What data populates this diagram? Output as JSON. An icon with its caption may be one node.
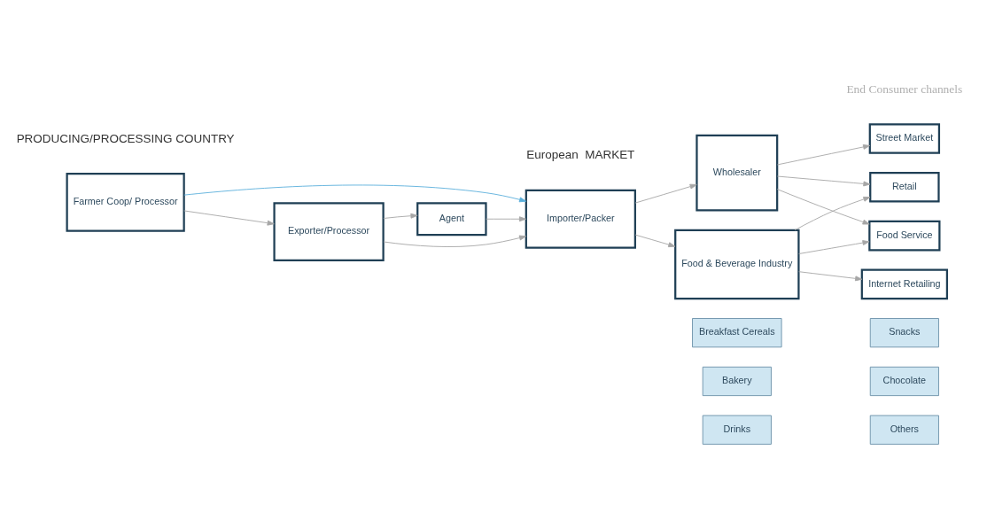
{
  "diagram": {
    "nodes": [
      {
        "text": [
          "Farmer Coop/ Processor"
        ]
      },
      {
        "text": [
          "Exporter/Processor"
        ]
      },
      {
        "text": [
          "Importer/Packer"
        ]
      },
      {
        "text": [
          "Agent"
        ]
      },
      {
        "text": [
          "Wholesaler"
        ]
      },
      {
        "text": [
          "Food & Beverage Industry"
        ]
      },
      {
        "text": [
          "Breakfast Cereals"
        ]
      },
      {
        "text": [
          "Snacks"
        ]
      },
      {
        "text": [
          "Bakery"
        ]
      },
      {
        "text": [
          "Chocolate"
        ]
      },
      {
        "text": [
          "Drinks"
        ]
      },
      {
        "text": [
          "Others"
        ]
      },
      {
        "text": [
          "Street Market"
        ]
      },
      {
        "text": [
          "Retail"
        ]
      },
      {
        "text": [
          "Food Service"
        ]
      },
      {
        "text": [
          "Internet Retailing"
        ]
      }
    ],
    "edges": [
      {
        "from": 0,
        "to": 1,
        "arrow": "to"
      },
      {
        "from": 0,
        "to": 2,
        "arrow": "to",
        "color": "#5aaedb"
      },
      {
        "from": 1,
        "to": 2,
        "arrow": "to"
      },
      {
        "from": 1,
        "to": 3,
        "arrow": "to"
      },
      {
        "from": 3,
        "to": 2,
        "arrow": "to"
      },
      {
        "from": 2,
        "to": 4,
        "arrow": "to"
      },
      {
        "from": 2,
        "to": 5,
        "arrow": "to"
      },
      {
        "from": 4,
        "to": 12,
        "arrow": "to"
      },
      {
        "from": 4,
        "to": 13,
        "arrow": "to"
      },
      {
        "from": 4,
        "to": 14,
        "arrow": "to"
      },
      {
        "from": 5,
        "to": 13,
        "arrow": "to"
      },
      {
        "from": 5,
        "to": 14,
        "arrow": "to"
      },
      {
        "from": 5,
        "to": 15,
        "arrow": "to"
      }
    ],
    "labels": [
      "PRODUCING/PROCESSING COUNTRY",
      "European  MARKET",
      "End Consumer channels"
    ]
  }
}
